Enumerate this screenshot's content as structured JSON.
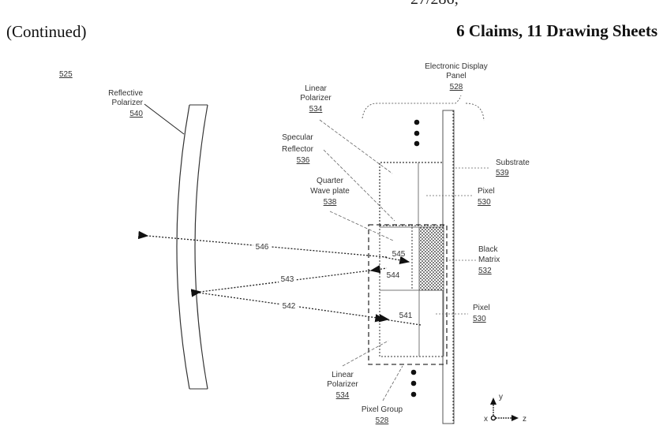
{
  "header": {
    "cont_fragment": "27/286;",
    "continued": "(Continued)",
    "claims_sheets": "6 Claims, 11 Drawing Sheets"
  },
  "figure": {
    "figure_ref": "525",
    "labels": {
      "reflective_polarizer": [
        "Reflective",
        "Polarizer",
        "540"
      ],
      "electronic_display_panel": [
        "Electronic Display",
        "Panel",
        "528"
      ],
      "linear_polarizer_top": [
        "Linear",
        "Polarizer",
        "534"
      ],
      "specular_reflector": [
        "Specular",
        "Reflector",
        "536"
      ],
      "quarter_wave_plate": [
        "Quarter",
        "Wave plate",
        "538"
      ],
      "substrate": [
        "Substrate",
        "539"
      ],
      "pixel_top": [
        "Pixel",
        "530"
      ],
      "black_matrix": [
        "Black",
        "Matrix",
        "532"
      ],
      "pixel_bottom": [
        "Pixel",
        "530"
      ],
      "linear_polarizer_bottom": [
        "Linear",
        "Polarizer",
        "534"
      ],
      "pixel_group": [
        "Pixel Group",
        "528"
      ]
    },
    "rays": {
      "r546": "546",
      "r543": "543",
      "r542": "542",
      "r545": "545",
      "r544": "544",
      "r541": "541"
    },
    "axes": {
      "x": "x",
      "y": "y",
      "z": "z"
    }
  }
}
